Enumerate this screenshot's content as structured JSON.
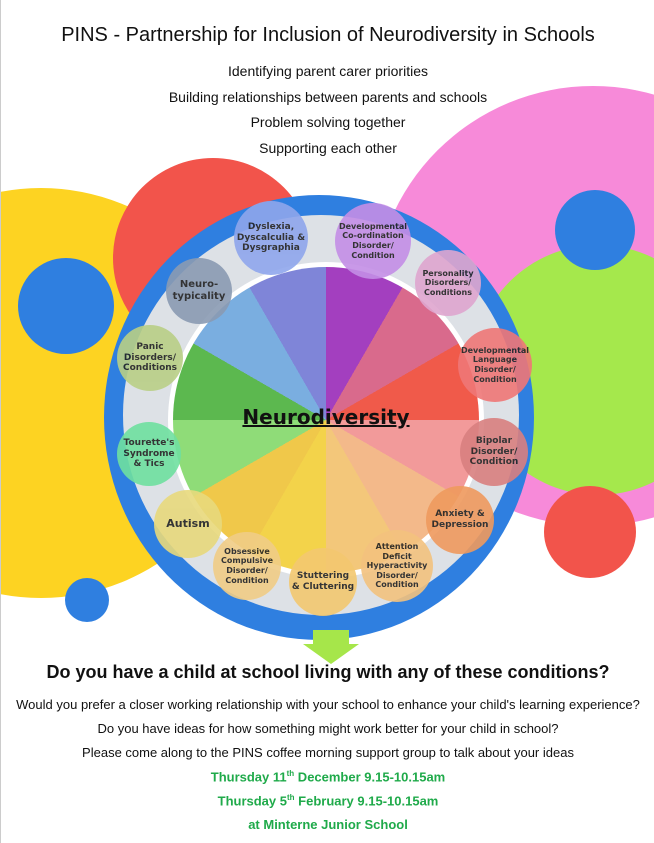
{
  "title": "PINS - Partnership for Inclusion of Neurodiversity in Schools",
  "subtitles": [
    "Identifying parent carer priorities",
    "Building relationships between parents and schools",
    "Problem solving together",
    "Supporting each other"
  ],
  "wheel": {
    "center": "Neurodiversity",
    "conditions": [
      "Dyslexia,\nDyscalculia &\nDysgraphia",
      "Developmental\nCo-ordination\nDisorder/\nCondition",
      "Personality\nDisorders/\nConditions",
      "Developmental\nLanguage\nDisorder/\nCondition",
      "Bipolar\nDisorder/\nCondition",
      "Anxiety &\nDepression",
      "Attention\nDeficit\nHyperactivity\nDisorder/\nCondition",
      "Stuttering\n& Cluttering",
      "Obsessive\nCompulsive\nDisorder/\nCondition",
      "Autism",
      "Tourette's\nSyndrome\n& Tics",
      "Panic\nDisorders/\nConditions",
      "Neuro-\ntypicality"
    ]
  },
  "question": "Do you have a child at school living with any of these conditions?",
  "paragraphs": [
    "Would you prefer a closer working relationship with your school to enhance your child's learning experience?",
    "Do you have ideas for how something might work better for your child in school?",
    "Please come along to the PINS coffee morning support group to talk about your ideas"
  ],
  "dates": [
    {
      "pre": "Thursday 11",
      "sup": "th",
      "post": " December 9.15-10.15am"
    },
    {
      "pre": "Thursday 5",
      "sup": "th",
      "post": " February 9.15-10.15am"
    }
  ],
  "venue": "at Minterne Junior School",
  "colors": {
    "green_text": "#1faa4a",
    "ring_blue": "#2f7fe0"
  }
}
